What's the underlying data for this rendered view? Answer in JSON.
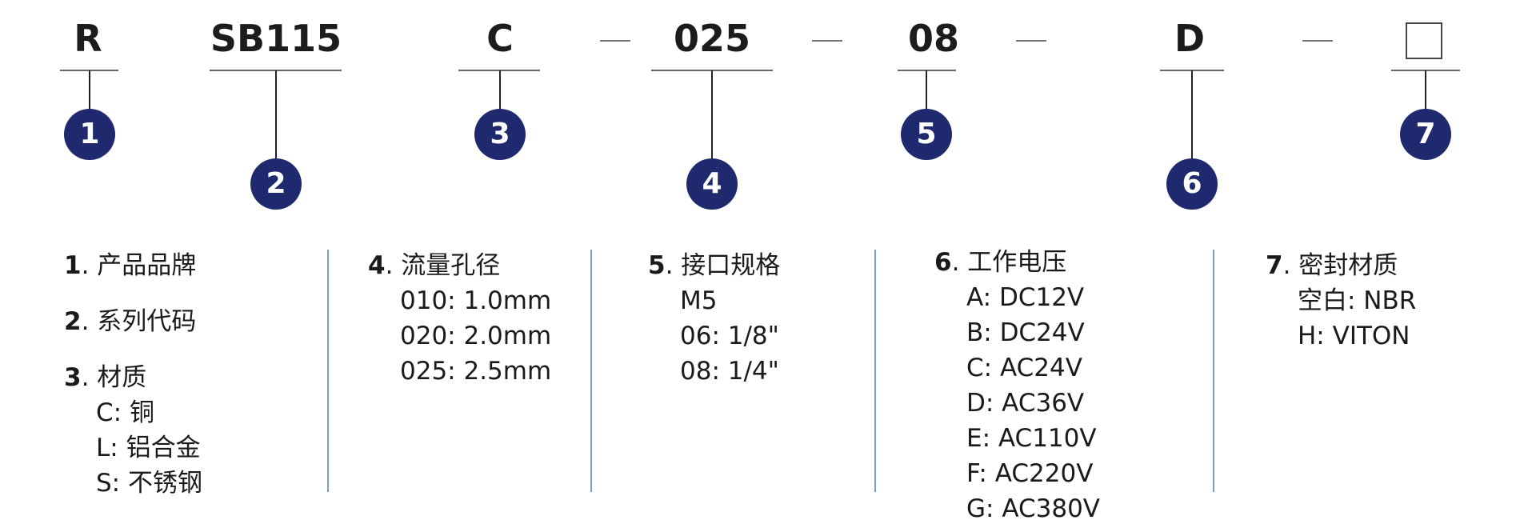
{
  "code_parts": [
    "R",
    "SB115",
    "C",
    "025",
    "08",
    "D"
  ],
  "badges": [
    "1",
    "2",
    "3",
    "4",
    "5",
    "6",
    "7"
  ],
  "col1": {
    "s1_num": "1",
    "s1_title": "产品品牌",
    "s2_num": "2",
    "s2_title": "系列代码",
    "s3_num": "3",
    "s3_title": "材质",
    "s3_items": [
      "C: 铜",
      "L: 铝合金",
      "S: 不锈钢"
    ]
  },
  "col2": {
    "num": "4",
    "title": "流量孔径",
    "items": [
      "010: 1.0mm",
      "020: 2.0mm",
      "025: 2.5mm"
    ]
  },
  "col3": {
    "num": "5",
    "title": "接口规格",
    "items": [
      "M5",
      "06: 1/8\"",
      "08: 1/4\""
    ]
  },
  "col4": {
    "num": "6",
    "title": "工作电压",
    "items": [
      "A: DC12V",
      "B: DC24V",
      "C: AC24V",
      "D: AC36V",
      "E: AC110V",
      "F: AC220V",
      "G: AC380V"
    ]
  },
  "col5": {
    "num": "7",
    "title": "密封材质",
    "items": [
      "空白: NBR",
      "H: VITON"
    ]
  },
  "colors": {
    "badge": "#1f2a6e",
    "divider": "#7f9bc4"
  }
}
